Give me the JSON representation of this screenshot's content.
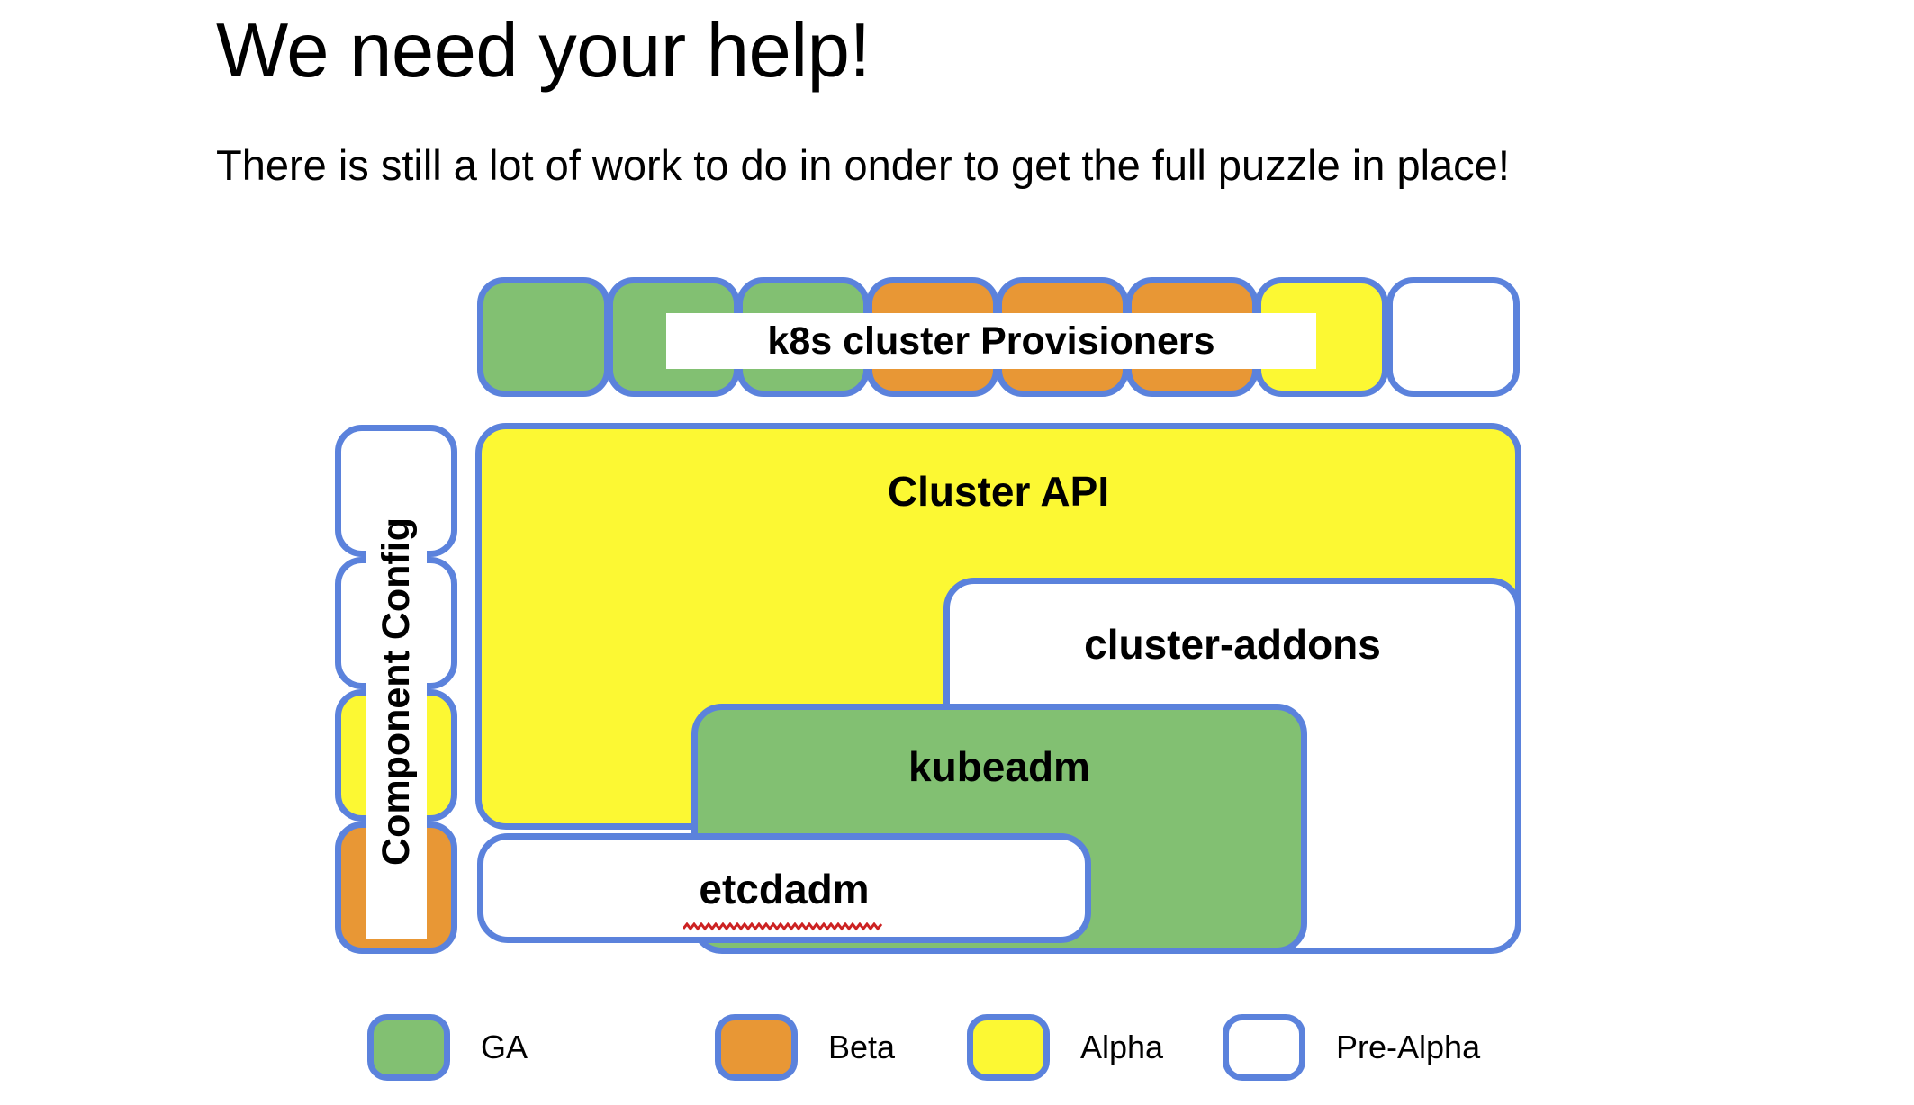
{
  "slide": {
    "title": "We need your help!",
    "subtitle": "There is still a lot of work to do in onder to get the full puzzle in place!"
  },
  "colors": {
    "border": "#5b82dc",
    "ga": "#82c072",
    "beta": "#e89735",
    "alpha": "#fcf833",
    "pre_alpha": "#ffffff",
    "spellcheck": "#cc2222"
  },
  "provisioner_row": {
    "label": "k8s cluster Provisioners",
    "boxes": [
      {
        "status": "GA",
        "fill": "#82c072"
      },
      {
        "status": "GA",
        "fill": "#82c072"
      },
      {
        "status": "GA",
        "fill": "#82c072"
      },
      {
        "status": "Beta",
        "fill": "#e89735"
      },
      {
        "status": "Beta",
        "fill": "#e89735"
      },
      {
        "status": "Beta",
        "fill": "#e89735"
      },
      {
        "status": "Alpha",
        "fill": "#fcf833"
      },
      {
        "status": "Pre-Alpha",
        "fill": "#ffffff"
      }
    ]
  },
  "component_config": {
    "label": "Component Config",
    "boxes": [
      {
        "status": "Pre-Alpha",
        "fill": "#ffffff"
      },
      {
        "status": "Pre-Alpha",
        "fill": "#ffffff"
      },
      {
        "status": "Alpha",
        "fill": "#fcf833"
      },
      {
        "status": "Beta",
        "fill": "#e89735"
      }
    ]
  },
  "nodes": {
    "cluster_api": {
      "label": "Cluster API",
      "status": "Alpha"
    },
    "cluster_addons": {
      "label": "cluster-addons",
      "status": "Pre-Alpha"
    },
    "kubeadm": {
      "label": "kubeadm",
      "status": "GA"
    },
    "etcdadm": {
      "label": "etcdadm",
      "status": "Pre-Alpha",
      "misspelled": true
    }
  },
  "legend": {
    "items": [
      {
        "label": "GA",
        "fill": "#82c072"
      },
      {
        "label": "Beta",
        "fill": "#e89735"
      },
      {
        "label": "Alpha",
        "fill": "#fcf833"
      },
      {
        "label": "Pre-Alpha",
        "fill": "#ffffff"
      }
    ]
  }
}
